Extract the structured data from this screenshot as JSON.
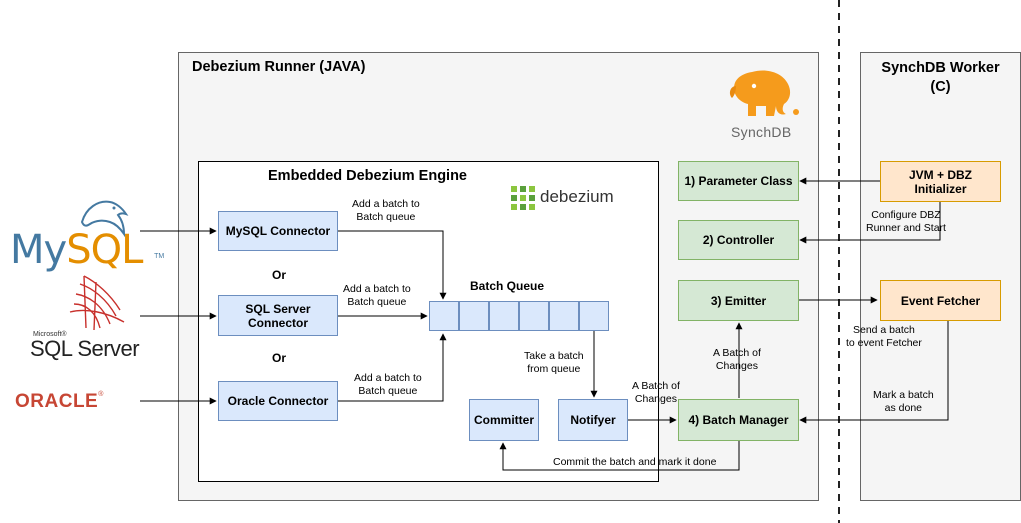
{
  "runner": {
    "title": "Debezium Runner (JAVA)"
  },
  "worker": {
    "title_line1": "SynchDB Worker",
    "title_line2": "(C)"
  },
  "engine": {
    "title": "Embedded Debezium Engine"
  },
  "logos": {
    "synchdb_text": "SynchDB",
    "debezium_text": "debezium",
    "mysql_text": "MySQL",
    "mysql_tm": "TM",
    "microsoft_text": "Microsoft®",
    "sqlserver_text": "SQL Server",
    "oracle_text": "ORACLE",
    "oracle_reg": "®"
  },
  "connectors": {
    "mysql": "MySQL Connector",
    "sqlserver_line1": "SQL Server",
    "sqlserver_line2": "Connector",
    "oracle": "Oracle Connector",
    "or": "Or"
  },
  "queue": {
    "title": "Batch Queue",
    "cells": 6
  },
  "components": {
    "committer": "Committer",
    "notifyer": "Notifyer",
    "parameter_class": "1) Parameter Class",
    "controller": "2) Controller",
    "emitter": "3) Emitter",
    "batch_manager": "4) Batch Manager",
    "jvm_line1": "JVM + DBZ",
    "jvm_line2": "Initializer",
    "event_fetcher": "Event Fetcher"
  },
  "labels": {
    "add_batch_1": "Add a batch to\nBatch queue",
    "add_batch_2": "Add a batch to\nBatch queue",
    "add_batch_3": "Add a batch to\nBatch queue",
    "take_batch": "Take a batch\nfrom queue",
    "changes_1": "A Batch of\nChanges",
    "changes_2": "A Batch of\nChanges",
    "commit_done": "Commit the batch and mark it done",
    "configure": "Configure DBZ\nRunner and Start",
    "send_batch": "Send a batch\nto event Fetcher",
    "mark_done": "Mark a batch\nas done"
  },
  "colors": {
    "connector_fill": "#dae8fc",
    "manager_fill": "#d5e8d4",
    "worker_fill": "#ffe6cc",
    "mysql_blue": "#4479a1",
    "mysql_orange": "#e48e00",
    "oracle_red": "#c74634",
    "synchdb_orange": "#f59b1c",
    "debezium_green": "#8cc63f"
  }
}
